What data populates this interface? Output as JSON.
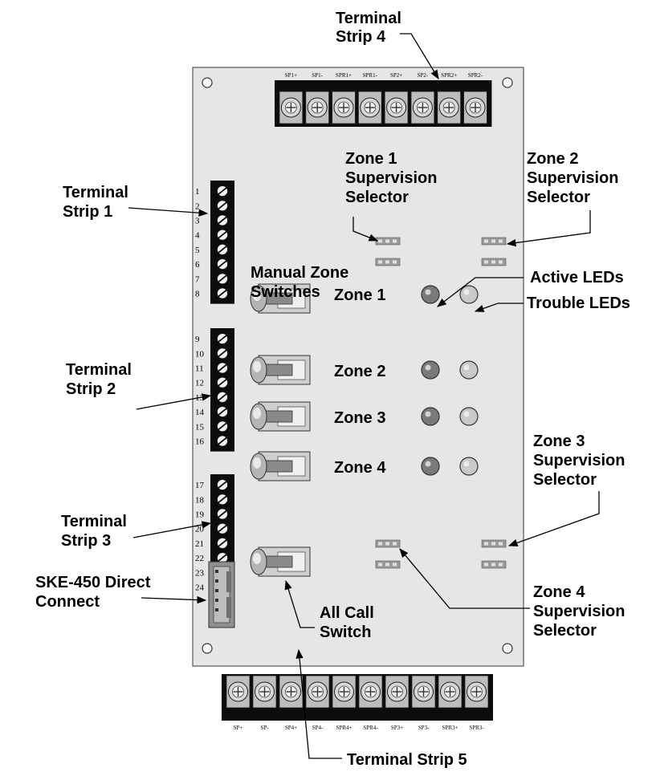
{
  "colors": {
    "board": "#e6e6e6",
    "terminal_block": "#0c0c0c",
    "screw_face": "#d8d8d8",
    "jumper": "#9a9a9a",
    "active_led": "#7a7a7a",
    "trouble_led": "#c9c9c9",
    "connector": "#8f8f8f"
  },
  "callouts": {
    "terminal_strip_1": [
      "Terminal",
      "Strip 1"
    ],
    "terminal_strip_2": [
      "Terminal",
      "Strip 2"
    ],
    "terminal_strip_3": [
      "Terminal",
      "Strip 3"
    ],
    "terminal_strip_4": [
      "Terminal",
      "Strip 4"
    ],
    "terminal_strip_5": "Terminal Strip 5",
    "zone1_selector": [
      "Zone 1",
      "Supervision",
      "Selector"
    ],
    "zone2_selector": [
      "Zone 2",
      "Supervision",
      "Selector"
    ],
    "zone3_selector": [
      "Zone 3",
      "Supervision",
      "Selector"
    ],
    "zone4_selector": [
      "Zone 4",
      "Supervision",
      "Selector"
    ],
    "manual_zone_switches": [
      "Manual Zone",
      "Switches"
    ],
    "active_leds": "Active LEDs",
    "trouble_leds": "Trouble LEDs",
    "ske_connect": [
      "SKE-450 Direct",
      "Connect"
    ],
    "all_call_switch": [
      "All Call",
      "Switch"
    ]
  },
  "zones": [
    "Zone 1",
    "Zone 2",
    "Zone 3",
    "Zone 4"
  ],
  "terminal_strip_1_pins": [
    "1",
    "2",
    "3",
    "4",
    "5",
    "6",
    "7",
    "8"
  ],
  "terminal_strip_2_pins": [
    "9",
    "10",
    "11",
    "12",
    "13",
    "14",
    "15",
    "16"
  ],
  "terminal_strip_3_pins": [
    "17",
    "18",
    "19",
    "20",
    "21",
    "22",
    "23",
    "24"
  ],
  "terminal_strip_4_labels": [
    "SP1+",
    "SP1-",
    "SPR1+",
    "SPR1-",
    "SP2+",
    "SP2-",
    "SPR2+",
    "SPR2-"
  ],
  "terminal_strip_5_labels": [
    "SP+",
    "SP-",
    "SP4+",
    "SP4-",
    "SPR4+",
    "SPR4-",
    "SP3+",
    "SP3-",
    "SPR3+",
    "SPR3-"
  ]
}
